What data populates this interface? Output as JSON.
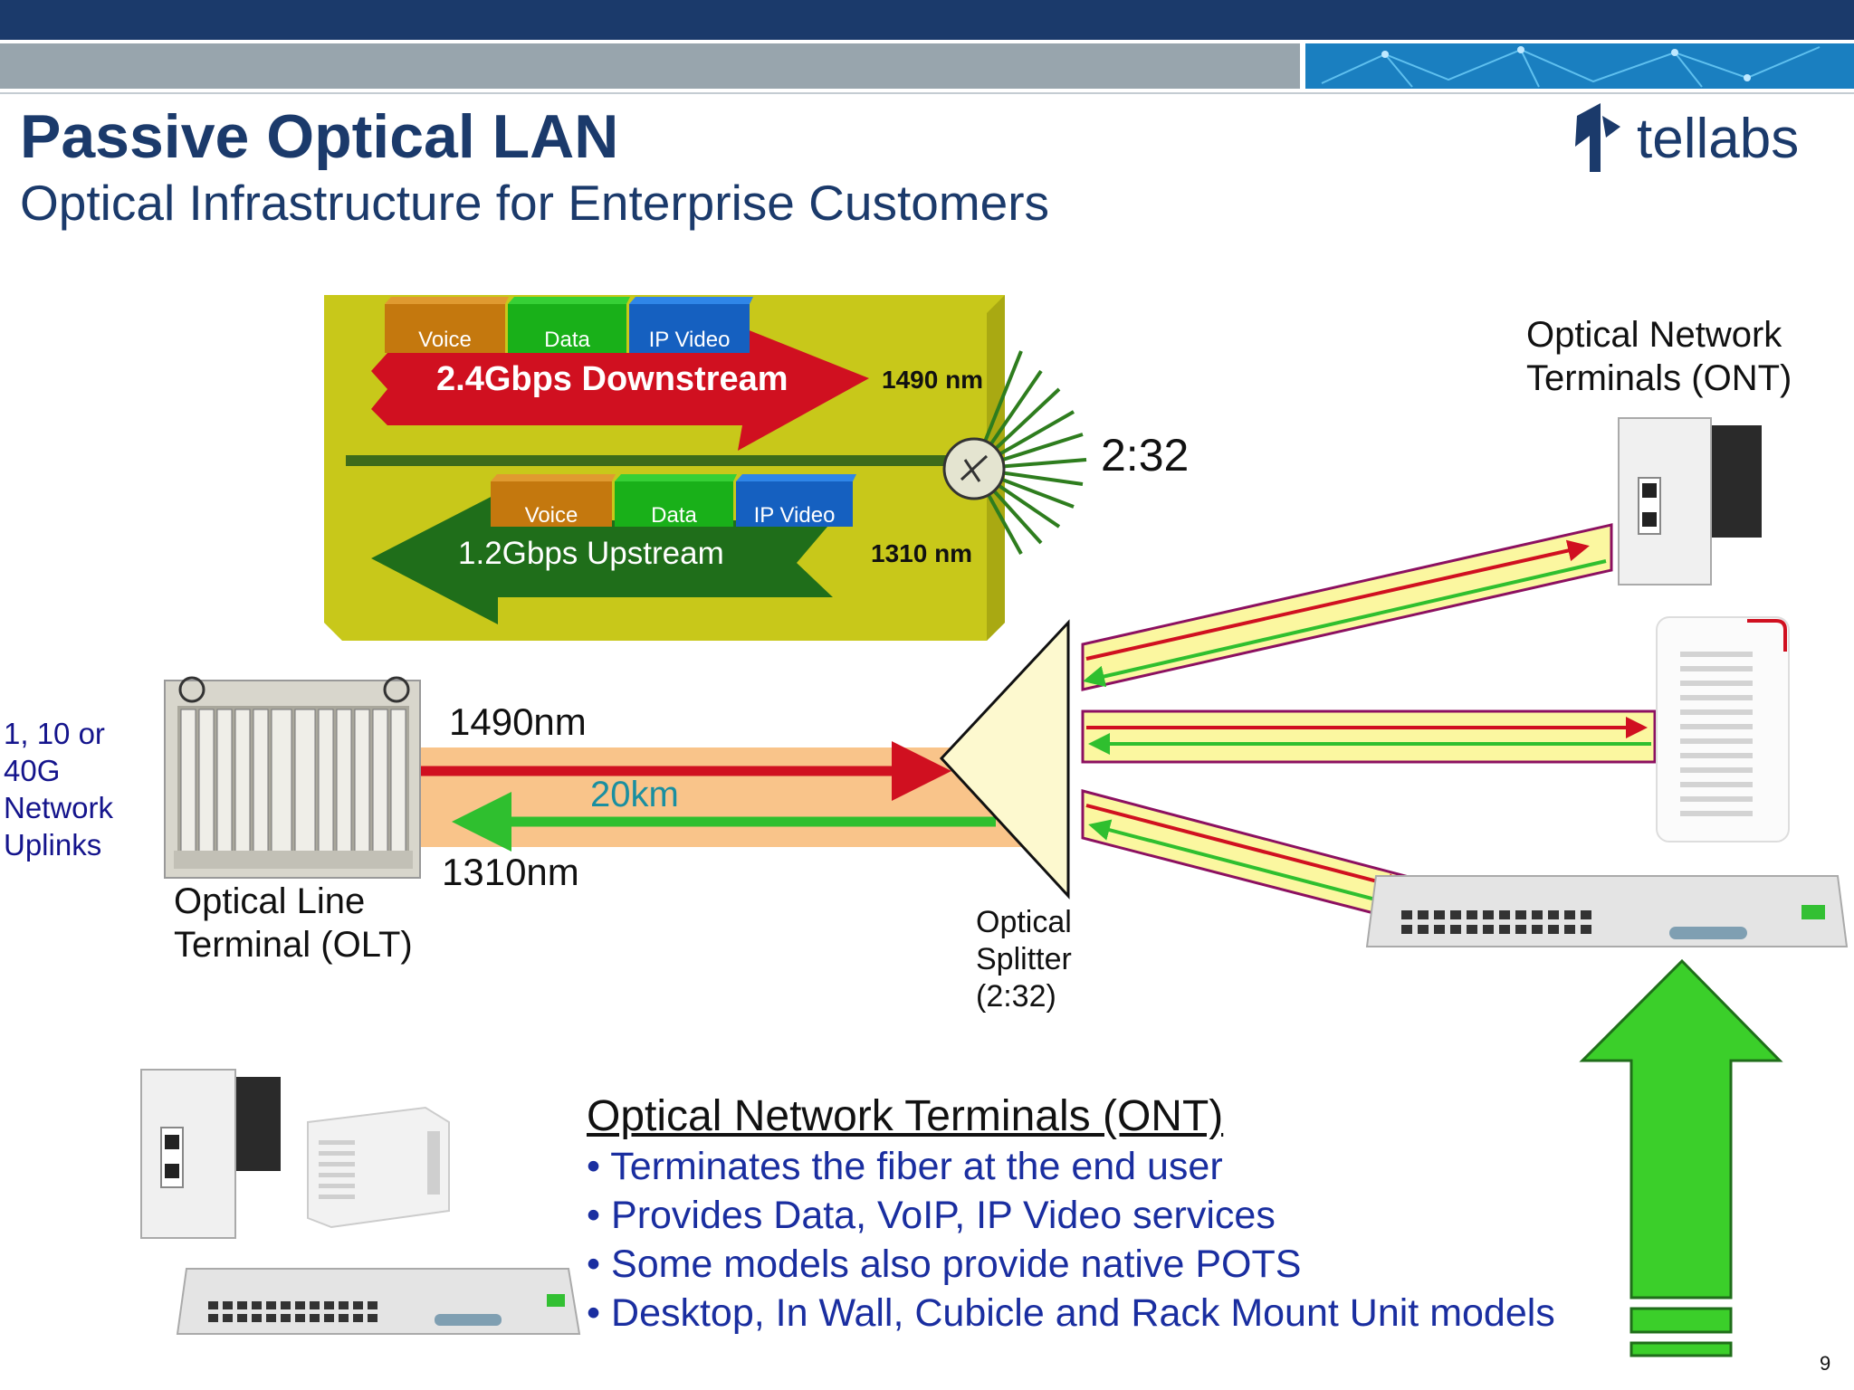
{
  "header": {
    "title": "Passive Optical LAN",
    "subtitle": "Optical Infrastructure for Enterprise Customers",
    "logo_text": "tellabs"
  },
  "colors": {
    "title": "#1b3a6b",
    "downstream": "#d01020",
    "upstream": "#1f7a1f",
    "panel": "#c8c81a",
    "fiber_band": "#f9c48a",
    "ont_band": "#fbf7a0",
    "big_arrow": "#3bcf2a"
  },
  "wavelength_panel": {
    "downstream": {
      "tags": [
        "Voice",
        "Data",
        "IP Video"
      ],
      "label": "2.4Gbps Downstream",
      "wavelength": "1490 nm"
    },
    "upstream": {
      "tags": [
        "Voice",
        "Data",
        "IP Video"
      ],
      "label": "1.2Gbps Upstream",
      "wavelength": "1310 nm"
    },
    "ratio": "2:32"
  },
  "ont_heading": [
    "Optical Network",
    "Terminals (ONT)"
  ],
  "uplinks": [
    "1, 10 or",
    "40G",
    "Network",
    "Uplinks"
  ],
  "olt_label": [
    "Optical Line",
    "Terminal (OLT)"
  ],
  "link": {
    "down": "1490nm",
    "distance": "20km",
    "up": "1310nm"
  },
  "splitter_label": [
    "Optical",
    "Splitter",
    "(2:32)"
  ],
  "ont_info": {
    "heading": "Optical Network Terminals (ONT)",
    "bullets": [
      "Terminates the fiber at the end user",
      "Provides Data, VoIP, IP Video services",
      "Some models also provide native POTS",
      "Desktop, In Wall, Cubicle and Rack Mount Unit models"
    ]
  },
  "page_number": "9",
  "icons": [
    "tellabs-logo-icon",
    "olt-chassis-icon",
    "optical-splitter-icon",
    "wall-ont-icon",
    "desktop-ont-icon",
    "rack-ont-icon",
    "fiber-splitter-icon",
    "up-arrow-icon"
  ]
}
